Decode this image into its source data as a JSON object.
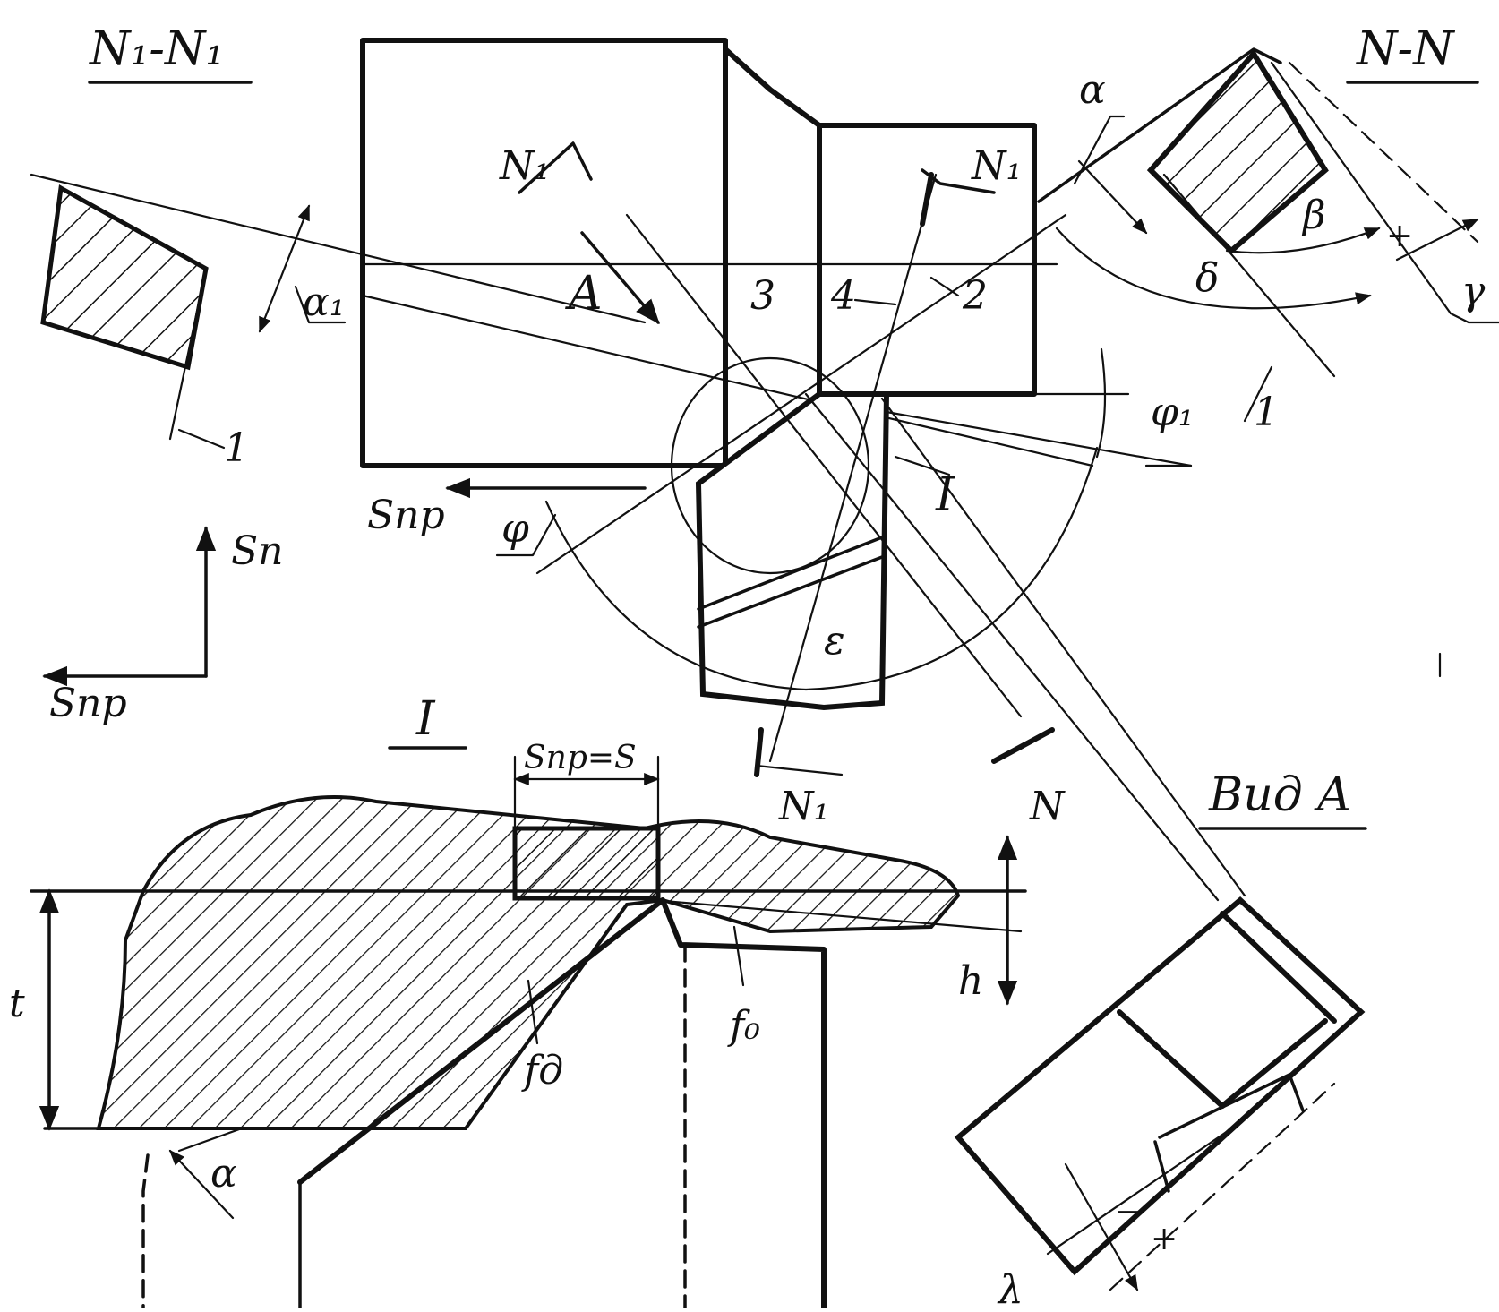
{
  "labels": {
    "section_n1": "N₁-N₁",
    "section_n": "N-N",
    "view_a": "Вид A",
    "detail_i": "I",
    "arrow_a": "A",
    "n1_top_left": "N₁",
    "n1_top_right": "N₁",
    "n1_bottom": "N₁",
    "n_bottom": "N",
    "num_1_left": "1",
    "num_1_right": "1",
    "num_2": "2",
    "num_3": "3",
    "num_4": "4",
    "alpha": "α",
    "alpha_1": "α₁",
    "alpha_detail": "α",
    "beta": "β",
    "gamma": "γ",
    "delta": "δ",
    "phi": "φ",
    "phi_1": "φ₁",
    "epsilon": "ε",
    "lambda": "λ",
    "s_feed": "S",
    "s_pr": "Sпр",
    "s_pr_axis": "Sпр",
    "s_p_axis": "Sп",
    "s_pr_eq_s": "Sпр=S",
    "t_depth": "t",
    "h_wear": "h",
    "f_d": "fд",
    "f_0": "f₀",
    "roman_i": "I",
    "plus_top": "+",
    "plus_bottom": "+",
    "minus_bottom": "−"
  },
  "colors": {
    "ink": "#111111",
    "background": "#ffffff"
  }
}
